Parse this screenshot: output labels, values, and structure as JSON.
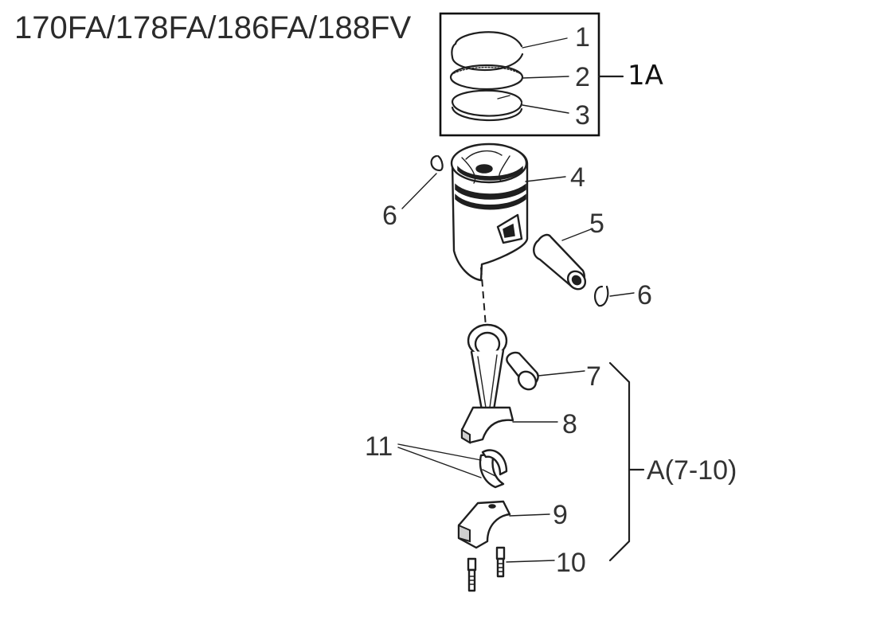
{
  "title": "170FA/178FA/186FA/188FV",
  "group_labels": {
    "rings": "1A",
    "connecting_rod_assembly": "A(7-10)"
  },
  "callouts": [
    "1",
    "2",
    "3",
    "4",
    "5",
    "6",
    "6",
    "7",
    "8",
    "9",
    "10",
    "11"
  ]
}
